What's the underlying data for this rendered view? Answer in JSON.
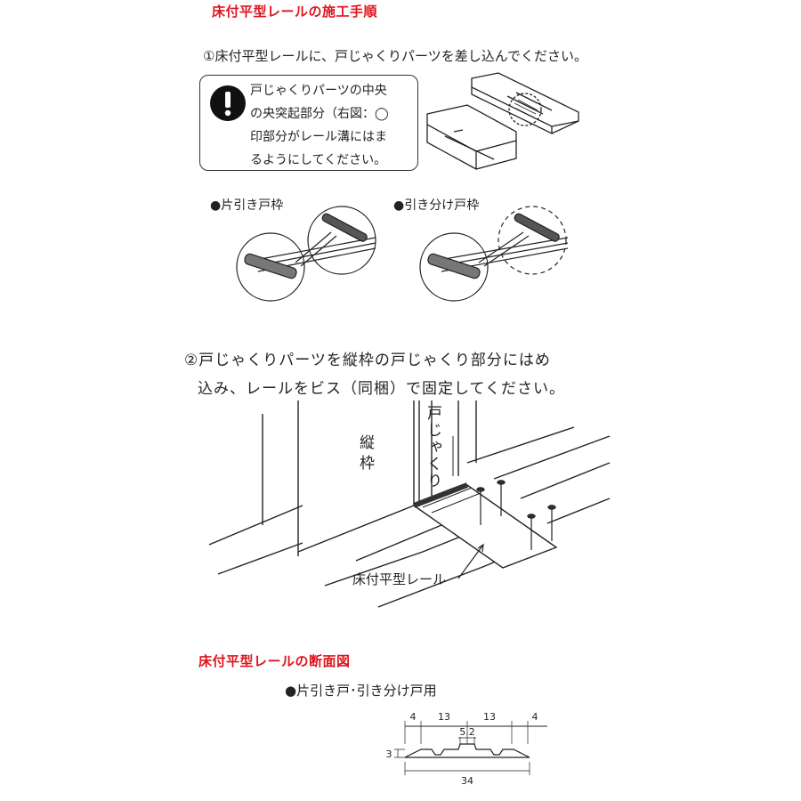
{
  "procedure_title": "床付平型レールの施工手順",
  "step1": {
    "text": "①床付平型レールに、戸じゃくりパーツを差し込んでください。",
    "caution": {
      "icon": "exclamation-icon",
      "lines": [
        "戸じゃくりパーツの中央",
        "の央突起部分（右図：◯",
        "印部分がレール溝にはま",
        "るようにしてください。"
      ]
    },
    "labels": {
      "katabiki": "●片引き戸枠",
      "hikiwake": "●引き分け戸枠"
    }
  },
  "step2": {
    "line1": "②戸じゃくりパーツを縦枠の戸じゃくり部分にはめ",
    "line2": "込み、レールをビス（同梱）で固定してください。",
    "labels": {
      "tatewaku": "縦枠",
      "tojakuri": "戸じゃくり",
      "rail": "床付平型レール"
    }
  },
  "section": {
    "title": "床付平型レールの断面図",
    "subtitle": "●片引き戸･引き分け戸用",
    "dims": {
      "d_left": "4",
      "d_13a": "13",
      "d_13b": "13",
      "d_right": "4",
      "d_center": "5.2",
      "d_height": "3",
      "d_total": "34"
    }
  },
  "colors": {
    "title_red": "#e0141e",
    "line": "#222222"
  }
}
